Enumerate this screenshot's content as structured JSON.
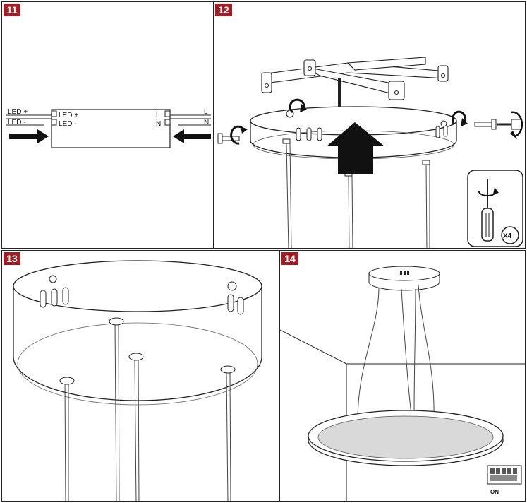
{
  "colors": {
    "badge": "#a51c24",
    "line": "#222222",
    "panel_glass": "#d9d9d9"
  },
  "steps": [
    {
      "number": "11"
    },
    {
      "number": "12"
    },
    {
      "number": "13"
    },
    {
      "number": "14"
    }
  ],
  "step11": {
    "left_wires": [
      "LED +",
      "LED -"
    ],
    "driver_output": [
      "LED +",
      "LED -"
    ],
    "driver_input": [
      "L",
      "N"
    ],
    "right_wires": [
      "L",
      "N"
    ]
  },
  "step12": {
    "screw_count": "X4"
  },
  "step14": {
    "switch_label": "ON"
  },
  "icons": [
    "arrow-right-icon",
    "arrow-left-icon",
    "arrow-up-icon",
    "rotate-arrow-icon",
    "screwdriver-icon"
  ]
}
